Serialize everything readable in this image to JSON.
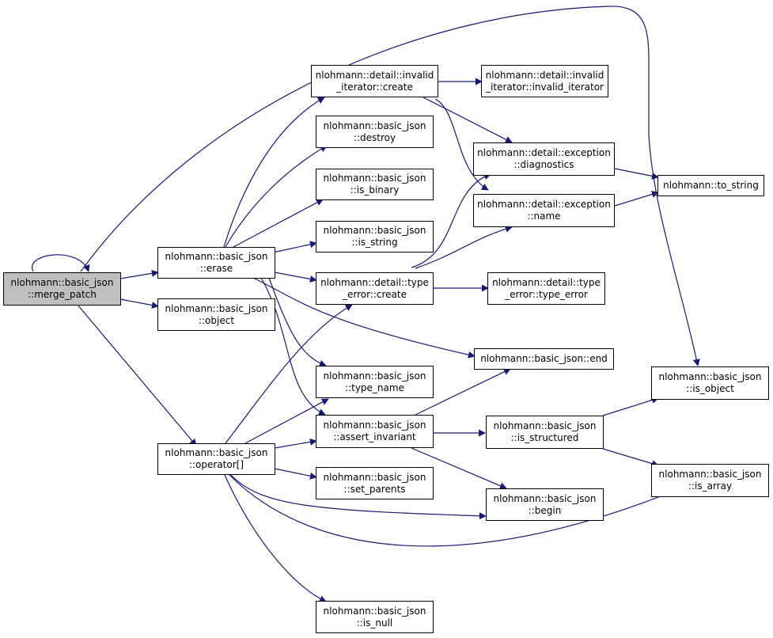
{
  "colors": {
    "edge": "#191970",
    "root_fill": "#bfbfbf",
    "node_fill": "#ffffff",
    "border": "#000000"
  },
  "nodes": {
    "merge_patch": {
      "line1": "nlohmann::basic_json",
      "line2": "::merge_patch"
    },
    "erase": {
      "line1": "nlohmann::basic_json",
      "line2": "::erase"
    },
    "object": {
      "line1": "nlohmann::basic_json",
      "line2": "::object"
    },
    "operator_index": {
      "line1": "nlohmann::basic_json",
      "line2": "::operator[]"
    },
    "invalid_iter_create": {
      "line1": "nlohmann::detail::invalid",
      "line2": "_iterator::create"
    },
    "destroy": {
      "line1": "nlohmann::basic_json",
      "line2": "::destroy"
    },
    "is_binary": {
      "line1": "nlohmann::basic_json",
      "line2": "::is_binary"
    },
    "is_string": {
      "line1": "nlohmann::basic_json",
      "line2": "::is_string"
    },
    "type_error_create": {
      "line1": "nlohmann::detail::type",
      "line2": "_error::create"
    },
    "type_name": {
      "line1": "nlohmann::basic_json",
      "line2": "::type_name"
    },
    "assert_invariant": {
      "line1": "nlohmann::basic_json",
      "line2": "::assert_invariant"
    },
    "set_parents": {
      "line1": "nlohmann::basic_json",
      "line2": "::set_parents"
    },
    "is_null": {
      "line1": "nlohmann::basic_json",
      "line2": "::is_null"
    },
    "invalid_iter_ctor": {
      "line1": "nlohmann::detail::invalid",
      "line2": "_iterator::invalid_iterator"
    },
    "diagnostics": {
      "line1": "nlohmann::detail::exception",
      "line2": "::diagnostics"
    },
    "exception_name": {
      "line1": "nlohmann::detail::exception",
      "line2": "::name"
    },
    "type_error_ctor": {
      "line1": "nlohmann::detail::type",
      "line2": "_error::type_error"
    },
    "end": {
      "line1": "nlohmann::basic_json::end"
    },
    "is_structured": {
      "line1": "nlohmann::basic_json",
      "line2": "::is_structured"
    },
    "begin": {
      "line1": "nlohmann::basic_json",
      "line2": "::begin"
    },
    "to_string": {
      "line1": "nlohmann::to_string"
    },
    "is_object": {
      "line1": "nlohmann::basic_json",
      "line2": "::is_object"
    },
    "is_array": {
      "line1": "nlohmann::basic_json",
      "line2": "::is_array"
    }
  }
}
